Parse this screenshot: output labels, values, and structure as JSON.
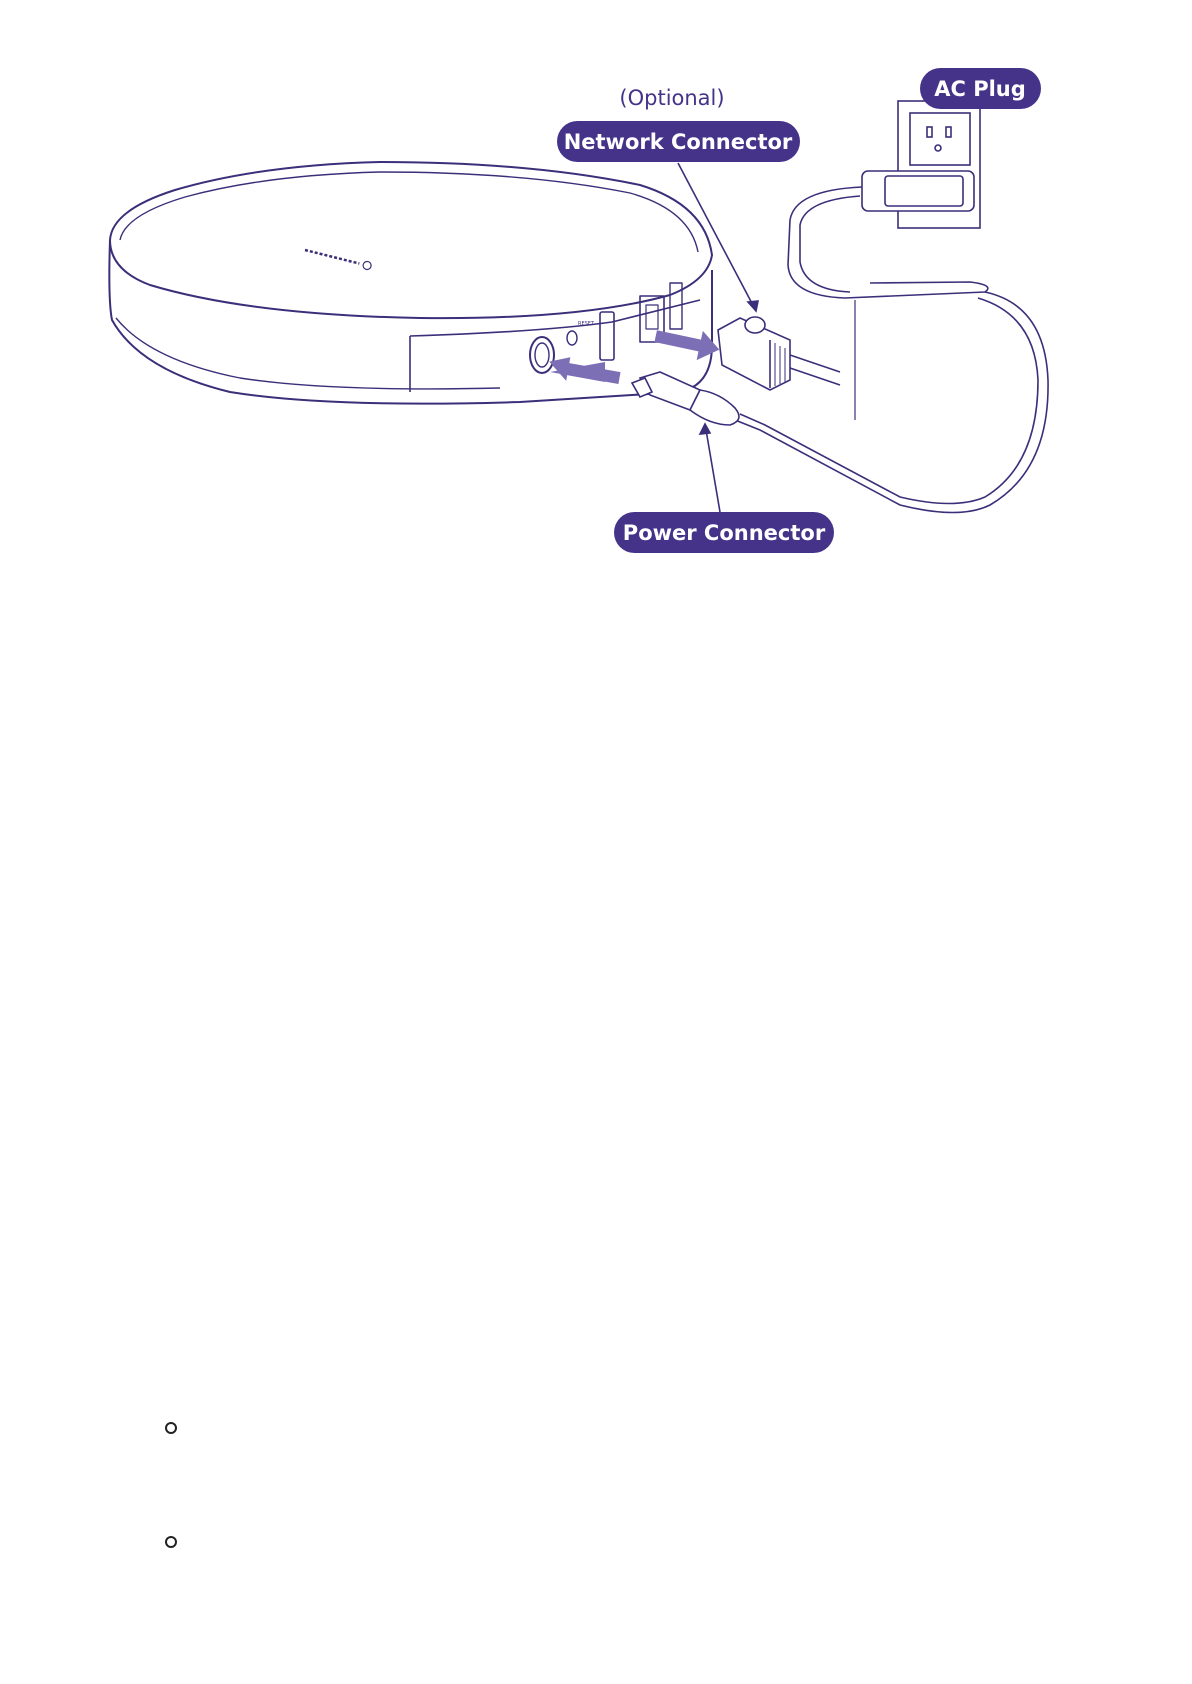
{
  "diagram": {
    "optional_note": "(Optional)",
    "labels": {
      "network_connector": "Network Connector",
      "ac_plug": "AC Plug",
      "power_connector": "Power Connector"
    },
    "colors": {
      "callout_fill": "#45338a",
      "line_art": "#3b2f7a",
      "arrow_fill": "#7d6fb5"
    },
    "icons": [
      "hub-device-icon",
      "wall-outlet-icon",
      "ethernet-plug-icon",
      "power-plug-icon"
    ]
  },
  "bullets": [
    "circle-bullet",
    "circle-bullet"
  ]
}
